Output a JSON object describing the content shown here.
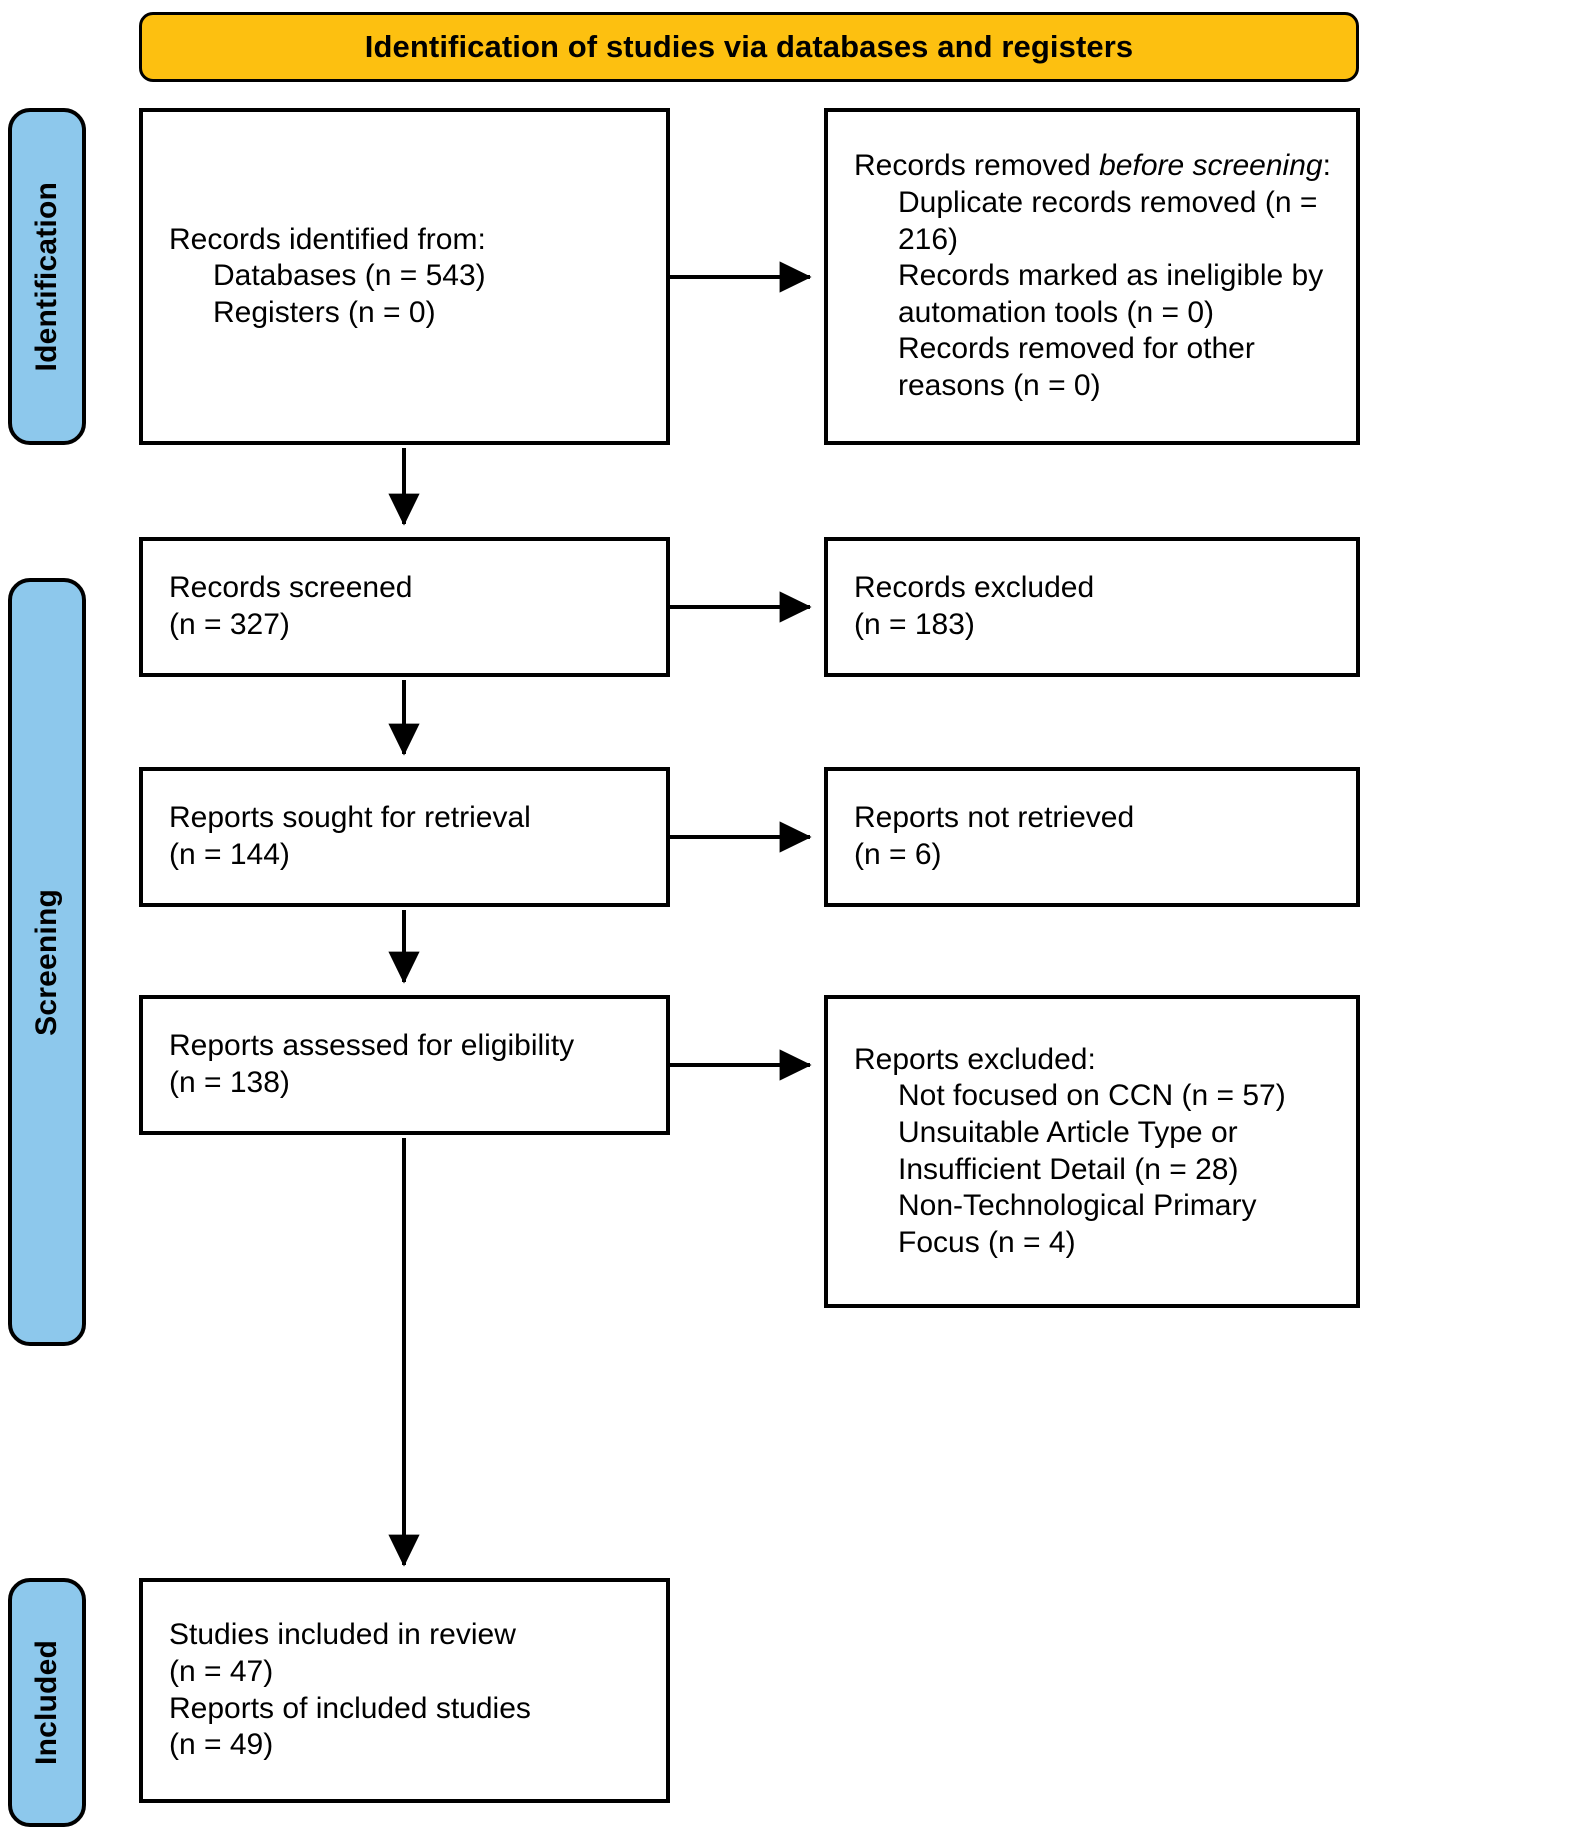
{
  "header": {
    "title": "Identification of studies via databases and registers"
  },
  "stages": [
    {
      "id": "identification",
      "label": "Identification"
    },
    {
      "id": "screening",
      "label": "Screening"
    },
    {
      "id": "included",
      "label": "Included"
    }
  ],
  "colors": {
    "header_background": "#FDC010",
    "stage_background": "#8DC8EC",
    "box_border": "#000000",
    "box_background": "#FFFFFF",
    "text": "#000000"
  },
  "boxes": {
    "records_identified": {
      "lines": [
        {
          "text": "Records identified from:",
          "indent": false
        },
        {
          "text": "Databases (n = 543)",
          "indent": true
        },
        {
          "text": "Registers (n = 0)",
          "indent": true
        }
      ]
    },
    "records_removed": {
      "lead_plain": "Records removed ",
      "lead_italic": "before screening",
      "lead_tail": ":",
      "lines": [
        {
          "text": "Duplicate records removed (n = 216)",
          "indent": true
        },
        {
          "text": "Records marked as ineligible by automation tools (n = 0)",
          "indent": true
        },
        {
          "text": "Records removed for other reasons (n = 0)",
          "indent": true
        }
      ]
    },
    "records_screened": {
      "lines": [
        {
          "text": "Records screened",
          "indent": false
        },
        {
          "text": "(n = 327)",
          "indent": false
        }
      ]
    },
    "records_excluded": {
      "lines": [
        {
          "text": "Records excluded",
          "indent": false
        },
        {
          "text": "(n = 183)",
          "indent": false
        }
      ]
    },
    "reports_sought": {
      "lines": [
        {
          "text": "Reports sought for retrieval",
          "indent": false
        },
        {
          "text": "(n = 144)",
          "indent": false
        }
      ]
    },
    "reports_not_retrieved": {
      "lines": [
        {
          "text": "Reports not retrieved",
          "indent": false
        },
        {
          "text": "(n = 6)",
          "indent": false
        }
      ]
    },
    "reports_assessed": {
      "lines": [
        {
          "text": "Reports assessed for eligibility",
          "indent": false
        },
        {
          "text": "(n = 138)",
          "indent": false
        }
      ]
    },
    "reports_excluded": {
      "lines": [
        {
          "text": "Reports excluded:",
          "indent": false
        },
        {
          "text": "Not focused on CCN (n = 57)",
          "indent": true
        },
        {
          "text": "Unsuitable Article Type or Insufficient Detail (n = 28)",
          "indent": true
        },
        {
          "text": "Non-Technological Primary Focus (n = 4)",
          "indent": true
        }
      ]
    },
    "studies_included": {
      "lines": [
        {
          "text": "Studies included in review",
          "indent": false
        },
        {
          "text": "(n = 47)",
          "indent": false
        },
        {
          "text": "Reports of included studies",
          "indent": false
        },
        {
          "text": "(n = 49)",
          "indent": false
        }
      ]
    }
  },
  "chart_data": {
    "type": "diagram",
    "title": "Identification of studies via databases and registers",
    "diagram_kind": "PRISMA 2020 flow diagram",
    "stages": [
      "Identification",
      "Screening",
      "Included"
    ],
    "nodes": [
      {
        "id": "records_identified",
        "stage": "Identification",
        "column": "left",
        "counts": {
          "Databases": 543,
          "Registers": 0
        }
      },
      {
        "id": "records_removed",
        "stage": "Identification",
        "column": "right",
        "counts": {
          "Duplicate records removed": 216,
          "Records marked as ineligible by automation tools": 0,
          "Records removed for other reasons": 0
        }
      },
      {
        "id": "records_screened",
        "stage": "Screening",
        "column": "left",
        "counts": {
          "n": 327
        }
      },
      {
        "id": "records_excluded",
        "stage": "Screening",
        "column": "right",
        "counts": {
          "n": 183
        }
      },
      {
        "id": "reports_sought",
        "stage": "Screening",
        "column": "left",
        "counts": {
          "n": 144
        }
      },
      {
        "id": "reports_not_retrieved",
        "stage": "Screening",
        "column": "right",
        "counts": {
          "n": 6
        }
      },
      {
        "id": "reports_assessed",
        "stage": "Screening",
        "column": "left",
        "counts": {
          "n": 138
        }
      },
      {
        "id": "reports_excluded",
        "stage": "Screening",
        "column": "right",
        "counts": {
          "Not focused on CCN": 57,
          "Unsuitable Article Type or Insufficient Detail": 28,
          "Non-Technological Primary Focus": 4
        }
      },
      {
        "id": "studies_included",
        "stage": "Included",
        "column": "left",
        "counts": {
          "Studies included in review": 47,
          "Reports of included studies": 49
        }
      }
    ],
    "edges": [
      {
        "from": "records_identified",
        "to": "records_removed",
        "direction": "right"
      },
      {
        "from": "records_identified",
        "to": "records_screened",
        "direction": "down"
      },
      {
        "from": "records_screened",
        "to": "records_excluded",
        "direction": "right"
      },
      {
        "from": "records_screened",
        "to": "reports_sought",
        "direction": "down"
      },
      {
        "from": "reports_sought",
        "to": "reports_not_retrieved",
        "direction": "right"
      },
      {
        "from": "reports_sought",
        "to": "reports_assessed",
        "direction": "down"
      },
      {
        "from": "reports_assessed",
        "to": "reports_excluded",
        "direction": "right"
      },
      {
        "from": "reports_assessed",
        "to": "studies_included",
        "direction": "down"
      }
    ]
  }
}
